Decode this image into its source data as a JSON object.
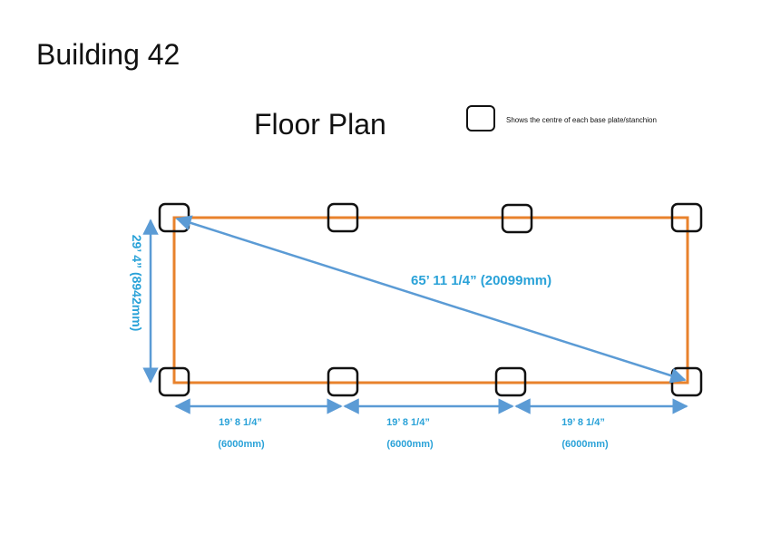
{
  "building_title": "Building 42",
  "plan_title": "Floor Plan",
  "legend": {
    "text": "Shows the centre of each base plate/stanchion",
    "icon": "square-outline-icon"
  },
  "dimensions": {
    "height": "29’ 4” (8942mm)",
    "diagonal": "65’ 11 1/4”  (20099mm)",
    "bays": [
      {
        "imperial": "19’ 8 1/4”",
        "metric": "(6000mm)"
      },
      {
        "imperial": "19’ 8 1/4”",
        "metric": "(6000mm)"
      },
      {
        "imperial": "19’ 8 1/4”",
        "metric": "(6000mm)"
      }
    ]
  },
  "colors": {
    "outline": "#e8822c",
    "dimension": "#5b9bd5",
    "dimension_text": "#2aa2d8",
    "base_plate": "#111111"
  }
}
